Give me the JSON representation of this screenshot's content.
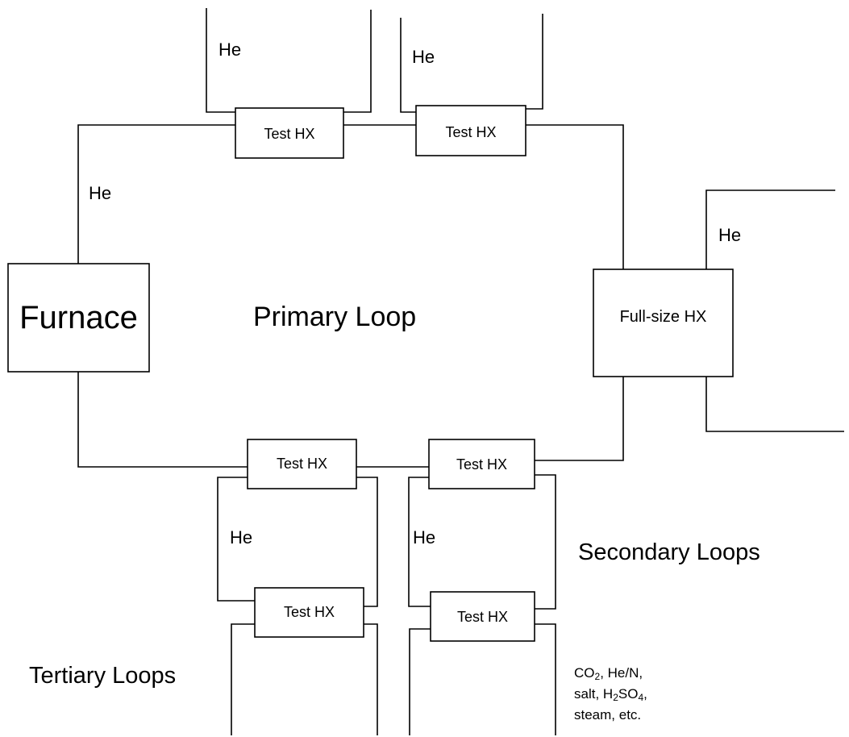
{
  "labels": {
    "furnace": "Furnace",
    "primary_loop": "Primary Loop",
    "secondary_loops": "Secondary Loops",
    "tertiary_loops": "Tertiary Loops",
    "full_size_hx": "Full-size HX",
    "test_hx": "Test HX",
    "helium": "He"
  },
  "fluids": {
    "line1_prefix": "CO",
    "line1_sub": "2",
    "line1_suffix": ", He/N,",
    "line2_prefix": "salt, H",
    "line2_sub1": "2",
    "line2_mid": "SO",
    "line2_sub2": "4",
    "line2_suffix": ",",
    "line3": "steam, etc."
  }
}
